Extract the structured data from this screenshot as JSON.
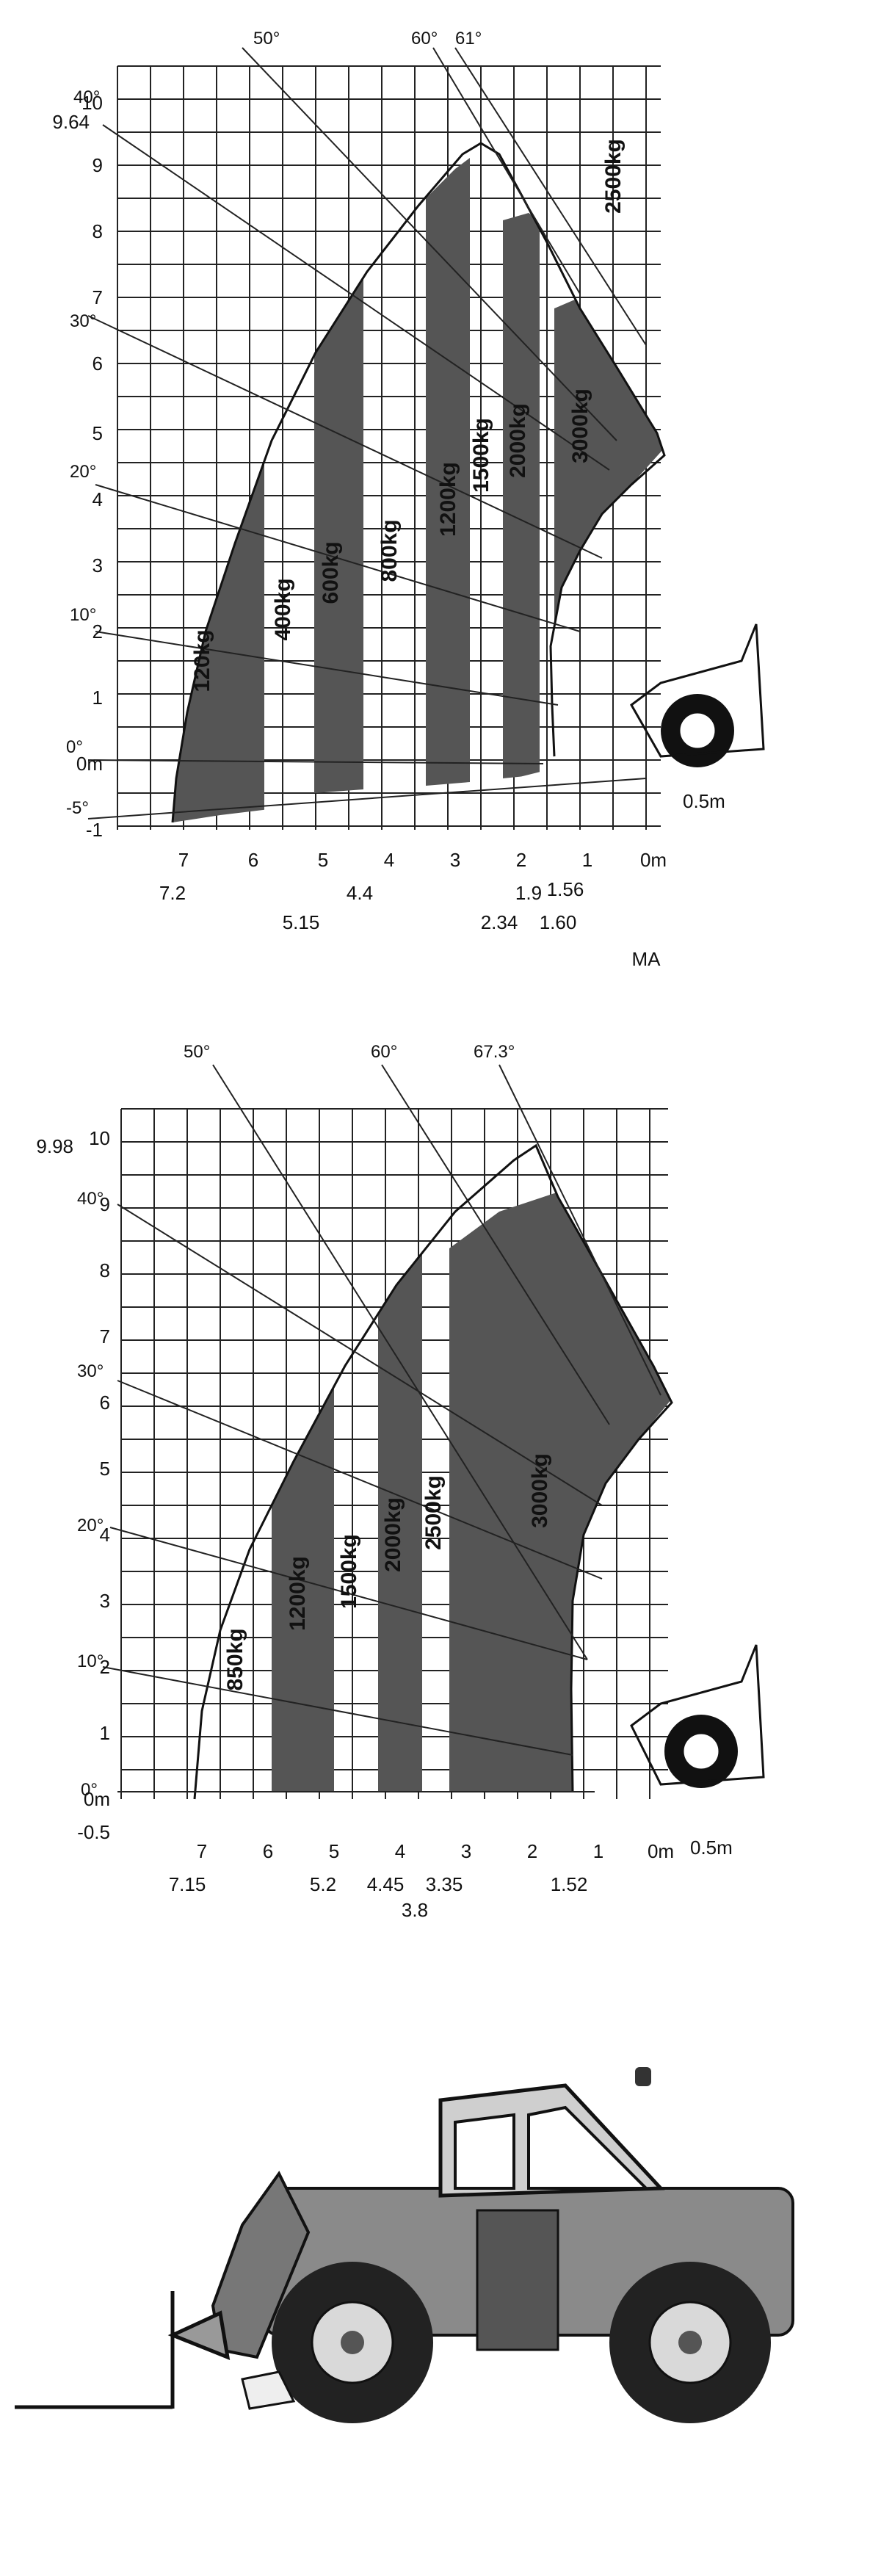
{
  "chart_data": [
    {
      "type": "diagram",
      "y_ticks": [
        "10",
        "9",
        "8",
        "7",
        "6",
        "5",
        "4",
        "3",
        "2",
        "1",
        "0m",
        "-1"
      ],
      "y_special": [
        "9.64"
      ],
      "x_ticks": [
        "7",
        "6",
        "5",
        "4",
        "3",
        "2",
        "1",
        "0m"
      ],
      "x_special": [
        "7.2",
        "5.15",
        "4.4",
        "2.34",
        "1.9",
        "1.60",
        "1.56"
      ],
      "angles": [
        "40°",
        "50°",
        "60°",
        "61°",
        "30°",
        "20°",
        "10°",
        "0°",
        "-5°"
      ],
      "zone_loads": [
        "120kg",
        "400kg",
        "600kg",
        "800kg",
        "1200kg",
        "1500kg",
        "2000kg",
        "3000kg",
        "2500kg"
      ],
      "offset_label": "0.5m",
      "caption": "MA"
    },
    {
      "type": "diagram",
      "y_ticks": [
        "10",
        "9",
        "8",
        "7",
        "6",
        "5",
        "4",
        "3",
        "2",
        "1",
        "0m",
        "-0.5"
      ],
      "y_special": [
        "9.98"
      ],
      "x_ticks": [
        "7",
        "6",
        "5",
        "4",
        "3",
        "2",
        "1",
        "0m"
      ],
      "x_special": [
        "7.15",
        "5.2",
        "4.45",
        "3.8",
        "3.35",
        "1.52"
      ],
      "angles": [
        "50°",
        "60°",
        "67.3°",
        "40°",
        "30°",
        "20°",
        "10°",
        "0°"
      ],
      "zone_loads": [
        "850kg",
        "1200kg",
        "1500kg",
        "2000kg",
        "2500kg",
        "3000kg"
      ],
      "offset_label": "0.5m"
    }
  ],
  "colors": {
    "zone": "#555555",
    "line": "#222222",
    "paper": "#ffffff"
  },
  "icons": [
    "telehandler-icon",
    "wheel-icon",
    "fork-icon",
    "beacon-icon"
  ]
}
